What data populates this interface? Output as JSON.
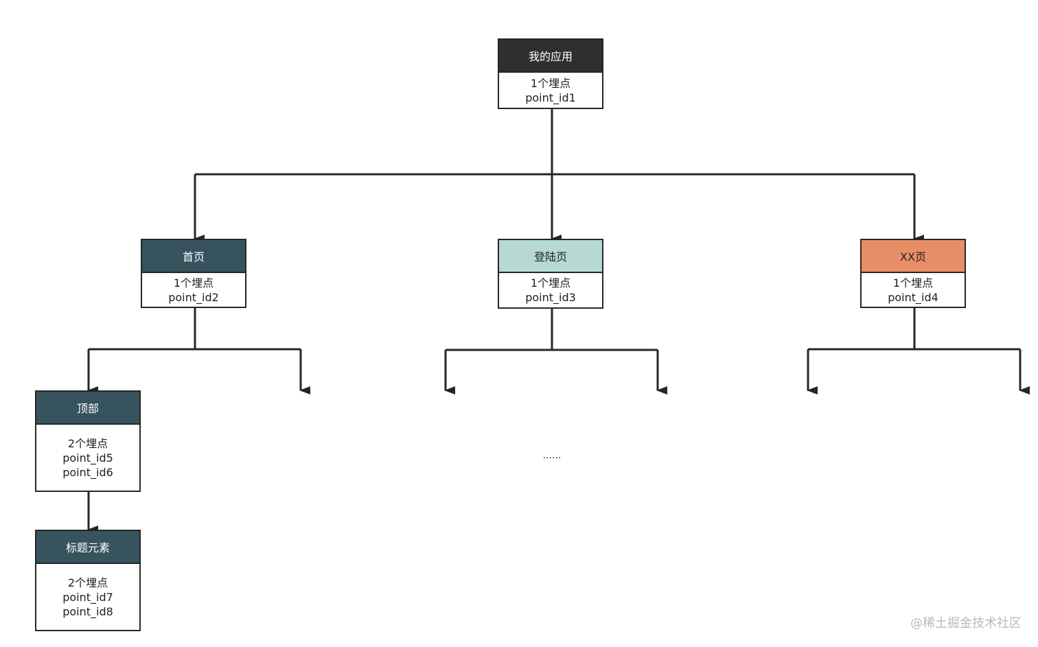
{
  "nodes": {
    "root": {
      "title": "我的应用",
      "lines": [
        "1个埋点",
        "point_id1"
      ]
    },
    "home": {
      "title": "首页",
      "lines": [
        "1个埋点",
        "point_id2"
      ]
    },
    "login": {
      "title": "登陆页",
      "lines": [
        "1个埋点",
        "point_id3"
      ]
    },
    "xx": {
      "title": "XX页",
      "lines": [
        "1个埋点",
        "point_id4"
      ]
    },
    "top": {
      "title": "顶部",
      "lines": [
        "2个埋点",
        "point_id5",
        "point_id6"
      ]
    },
    "title_el": {
      "title": "标题元素",
      "lines": [
        "2个埋点",
        "point_id7",
        "point_id8"
      ]
    }
  },
  "ellipsis": "......",
  "watermark": "@稀土掘金技术社区",
  "colors": {
    "root_header": "#2f2f2f",
    "home_header": "#36535e",
    "login_header": "#b6d9d3",
    "xx_header": "#e88e66",
    "line": "#262626"
  }
}
